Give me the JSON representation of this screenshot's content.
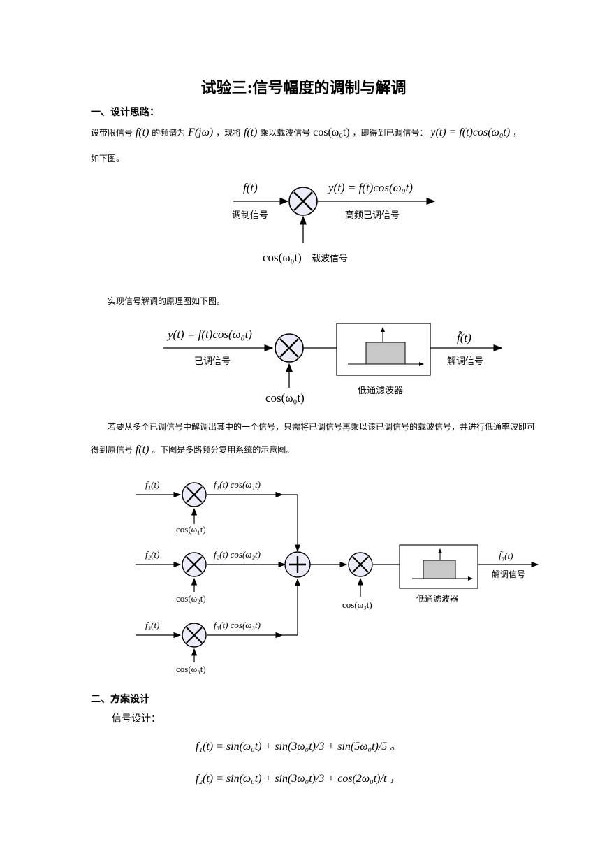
{
  "title": "试验三:信号幅度的调制与解调",
  "section1": {
    "heading": "一、设计思路：",
    "para1": {
      "t1": "设带限信号",
      "f": "f(t)",
      "t2": "的频谱为",
      "F": "F(jω)",
      "t3": "，现将",
      "f2": "f(t)",
      "t4": "乘以载波信号",
      "cos": "cos(ω₀t)",
      "t5": "，即得到已调信号：",
      "eq": "y(t) = f(t)cos(ω₀t)",
      "t6": "，"
    },
    "para1_line2": "如下图。",
    "fig1": {
      "in_math": "f(t)",
      "in_label": "调制信号",
      "out_math": "y(t) = f(t)cos(ω₀t)",
      "out_label": "高频已调信号",
      "carrier_math": "cos(ω₀t)",
      "carrier_label": "载波信号"
    },
    "para2": "实现信号解调的原理图如下图。",
    "fig2": {
      "in_math": "y(t) = f(t)cos(ω₀t)",
      "in_label": "已调信号",
      "carrier_math": "cos(ω₀t)",
      "filter_label": "低通滤波器",
      "out_math": "f̃(t)",
      "out_label": "解调信号"
    },
    "para3_line1": "若要从多个已调信号中解调出其中的一个信号，只需将已调信号再乘以该已调信号的载波信号，并进行低通率波即可",
    "para3_line2a": "得到原信号",
    "para3_f": "f(t)",
    "para3_line2b": "。下图是多路频分复用系统的示意图。",
    "fig3": {
      "f1": "f₁(t)",
      "f1_out": "f₁(t) cos(ω₁t)",
      "c1": "cos(ω₁t)",
      "f2": "f₂(t)",
      "f2_out": "f₂(t) cos(ω₂t)",
      "c2": "cos(ω₂t)",
      "f3": "f₃(t)",
      "f3_out": "f₃(t) cos(ω₃t)",
      "c3": "cos(ω₃t)",
      "demod_carrier": "cos(ω₃t)",
      "filter_label": "低通滤波器",
      "out_math": "f̃₃(t)",
      "out_label": "解调信号"
    }
  },
  "section2": {
    "heading": "二、方案设计",
    "sub": "信号设计：",
    "eq1": "f₁(t) = sin(ω₀t) + sin(3ω₀t)/3 + sin(5ω₀t)/5 。",
    "eq2": "f₂(t) = sin(ω₀t) + sin(3ω₀t)/3 + cos(2ω₀t)/t ，"
  }
}
